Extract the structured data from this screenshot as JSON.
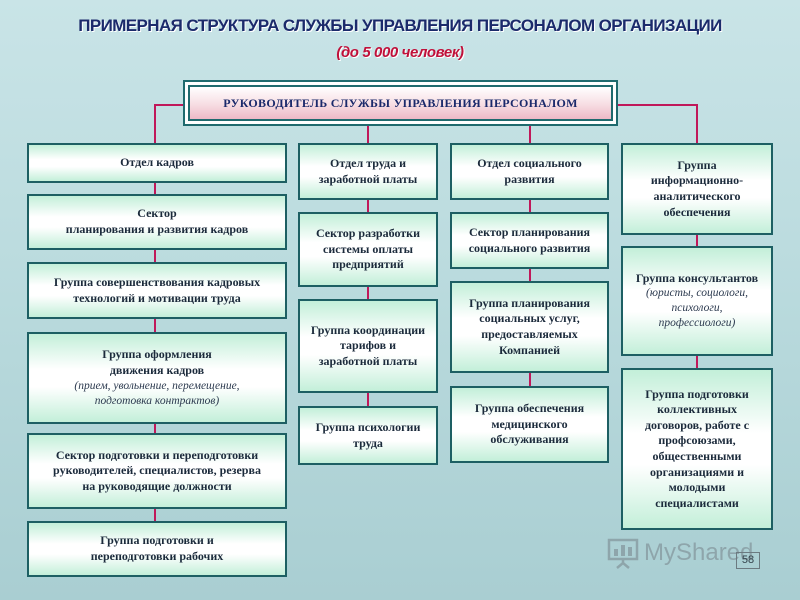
{
  "title": "ПРИМЕРНАЯ СТРУКТУРА СЛУЖБЫ УПРАВЛЕНИЯ ПЕРСОНАЛОМ ОРГАНИЗАЦИИ",
  "subtitle": "(до 5 000 человек)",
  "head": "РУКОВОДИТЕЛЬ СЛУЖБЫ УПРАВЛЕНИЯ ПЕРСОНАЛОМ",
  "columns": [
    {
      "boxes": [
        {
          "lines": [
            "Отдел кадров"
          ]
        },
        {
          "lines": [
            "Сектор",
            "планирования и развития кадров"
          ]
        },
        {
          "lines": [
            "Группа совершенствования кадровых",
            "технологий и мотивации труда"
          ]
        },
        {
          "lines": [
            "Группа оформления",
            "движения кадров"
          ],
          "note": [
            "(прием, увольнение, перемещение,",
            "подготовка контрактов)"
          ]
        },
        {
          "lines": [
            "Сектор подготовки и переподготовки",
            "руководителей, специалистов, резерва",
            "на руководящие должности"
          ]
        },
        {
          "lines": [
            "Группа подготовки и",
            "переподготовки рабочих"
          ]
        }
      ]
    },
    {
      "boxes": [
        {
          "lines": [
            "Отдел труда и",
            "заработной платы"
          ]
        },
        {
          "lines": [
            "Сектор разработки",
            "системы оплаты",
            "предприятий"
          ]
        },
        {
          "lines": [
            "Группа координации",
            "тарифов и",
            "заработной платы"
          ]
        },
        {
          "lines": [
            "Группа психологии",
            "труда"
          ]
        }
      ]
    },
    {
      "boxes": [
        {
          "lines": [
            "Отдел социального",
            "развития"
          ]
        },
        {
          "lines": [
            "Сектор планирования",
            "социального развития"
          ]
        },
        {
          "lines": [
            "Группа планирования",
            "социальных услуг,",
            "предоставляемых",
            "Компанией"
          ]
        },
        {
          "lines": [
            "Группа обеспечения",
            "медицинского",
            "обслуживания"
          ]
        }
      ]
    },
    {
      "boxes": [
        {
          "lines": [
            "Группа",
            "информационно-",
            "аналитического",
            "обеспечения"
          ]
        },
        {
          "lines": [
            "Группа консультантов"
          ],
          "note": [
            "(юристы, социологи,",
            "психологи,",
            "профессиологи)"
          ]
        },
        {
          "lines": [
            "Группа подготовки",
            "коллективных",
            "договоров, работе с",
            "профсоюзами,",
            "общественными",
            "организациями и",
            "молодыми",
            "специалистами"
          ]
        }
      ]
    }
  ],
  "watermark": "MyShared",
  "page_number": "58",
  "colors": {
    "title": "#1b2a6b",
    "subtitle": "#c0103a",
    "connector": "#c0185a",
    "box_border": "#1d5f63",
    "box_fill_edge": "#c3efd9"
  }
}
